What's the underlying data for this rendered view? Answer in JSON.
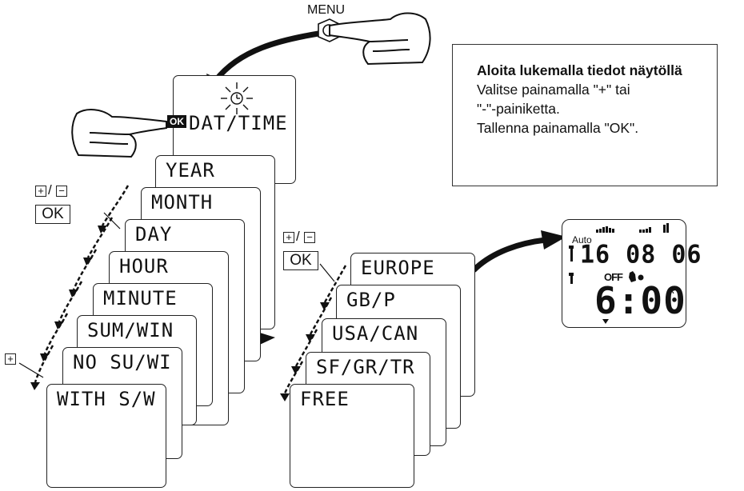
{
  "menu_label": "MENU",
  "ok_label": "OK",
  "date_time_label": "DAT/TIME",
  "plus_key": "+",
  "minus_key": "−",
  "key_separator": "/",
  "left_menu_items": [
    "YEAR",
    "MONTH",
    "DAY",
    "HOUR",
    "MINUTE",
    "SUM/WIN",
    "NO SU/WI",
    "WITH S/W"
  ],
  "region_items": [
    "EUROPE",
    "GB/P",
    "USA/CAN",
    "SF/GR/TR",
    "FREE"
  ],
  "note": {
    "title": "Aloita lukemalla tiedot näytöllä",
    "line1": "Valitse painamalla \"+\" tai",
    "line2": "\"-\"-painiketta.",
    "line3": "Tallenna painamalla \"OK\"."
  },
  "display": {
    "mode": "Auto",
    "date": "16 08 06",
    "status": "OFF",
    "time": "6:00",
    "star": "*"
  },
  "icons": [
    "pointing-hand-icon",
    "menu-button-icon",
    "sun-clock-icon",
    "curved-arrow-icon",
    "hand-icon",
    "dot-icon"
  ]
}
